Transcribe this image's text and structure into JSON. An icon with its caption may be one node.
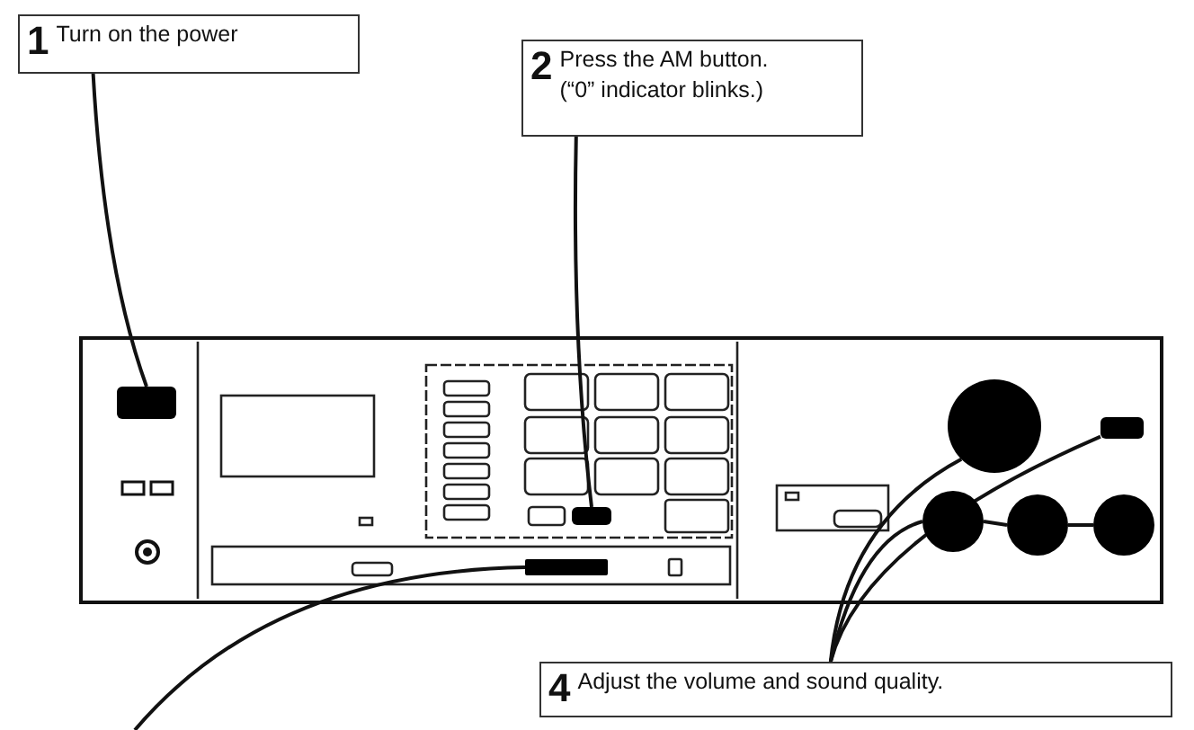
{
  "diagram": {
    "nodes": [
      {
        "text": [
          "1",
          "Turn on the power"
        ]
      },
      {
        "text": [],
        "shape": "box"
      },
      {
        "text": [
          "2",
          "Press the AM button.",
          "(“0” indicator blinks.)"
        ]
      },
      {
        "text": [],
        "shape": "box"
      },
      {
        "text": [],
        "shape": "bar"
      },
      {
        "text": [],
        "shape": "circle"
      },
      {
        "text": [],
        "shape": "box"
      },
      {
        "text": [],
        "shape": "circle"
      },
      {
        "text": [],
        "shape": "circle"
      },
      {
        "text": [],
        "shape": "circle"
      },
      {
        "text": [
          "4",
          "Adjust the volume and sound quality."
        ]
      }
    ],
    "edges": [
      {
        "from": 0,
        "to": 1,
        "arrow": "none"
      },
      {
        "from": 2,
        "to": 3,
        "arrow": "none"
      },
      {
        "from": null,
        "to": 4,
        "arrow": "none"
      },
      {
        "from": 10,
        "to": 5,
        "arrow": "none"
      },
      {
        "from": 10,
        "to": 6,
        "arrow": "none"
      },
      {
        "from": 10,
        "to": 7,
        "arrow": "none"
      },
      {
        "from": 7,
        "to": 8,
        "arrow": "none"
      },
      {
        "from": 8,
        "to": 9,
        "arrow": "none"
      }
    ]
  }
}
